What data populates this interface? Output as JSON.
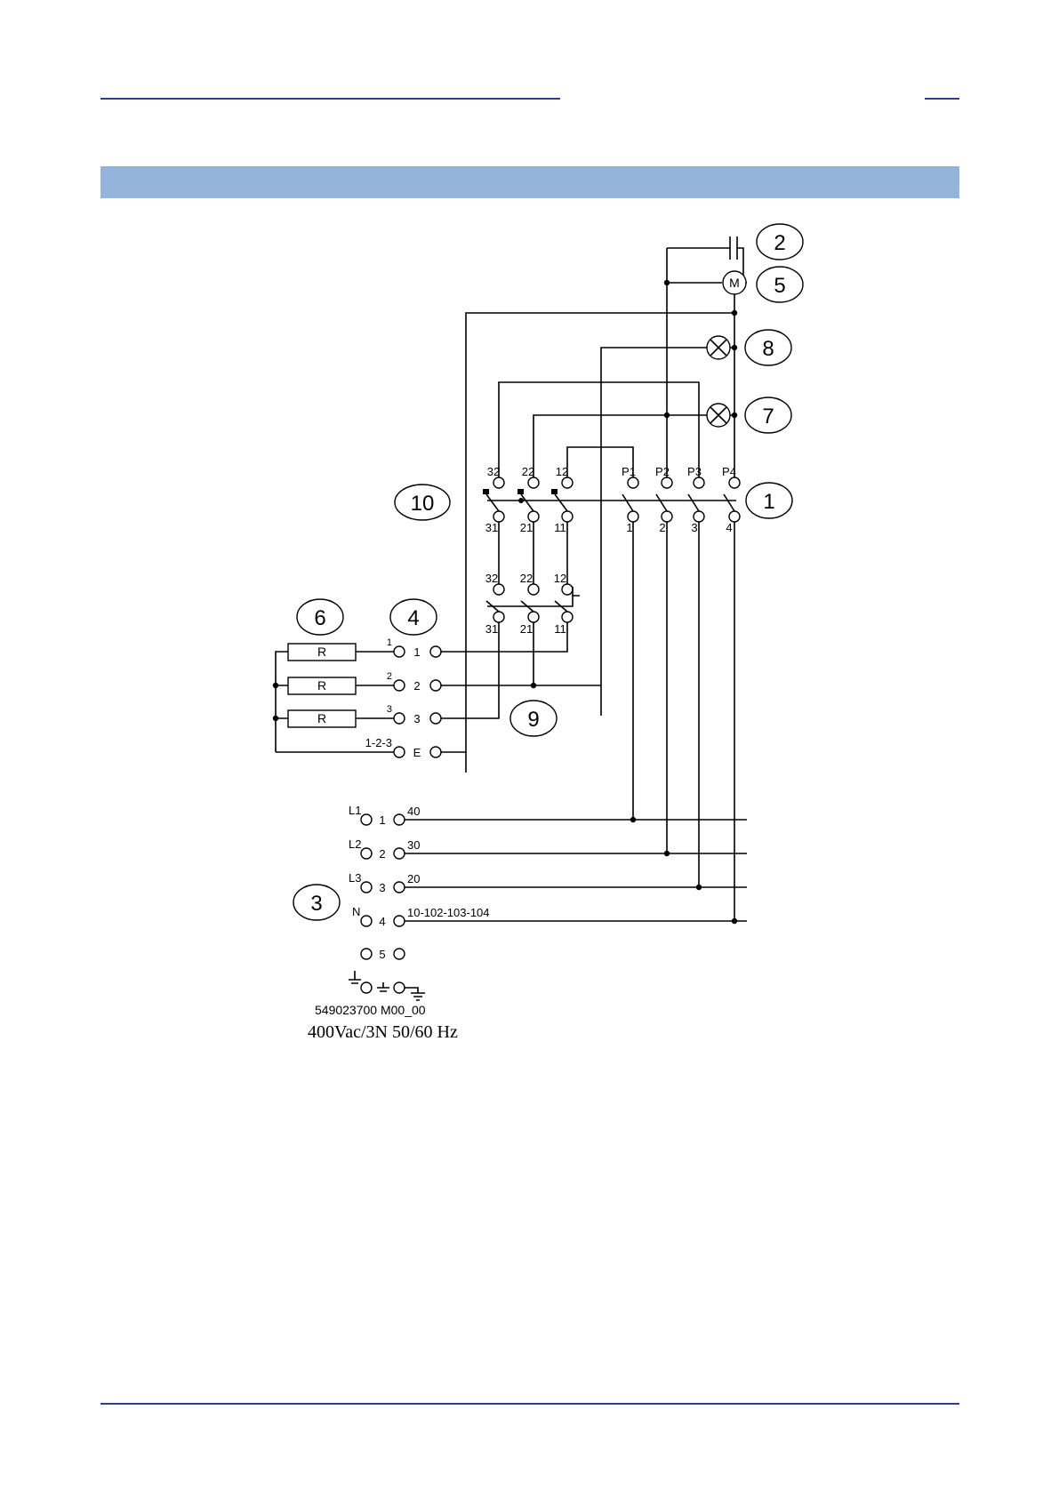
{
  "callouts": [
    "2",
    "5",
    "8",
    "7",
    "10",
    "1",
    "6",
    "4",
    "9",
    "3"
  ],
  "switch_block": {
    "contacts_top": [
      "32",
      "22",
      "12"
    ],
    "contacts_bottom": [
      "31",
      "21",
      "11"
    ],
    "main_top": [
      "P1",
      "P2",
      "P3",
      "P4"
    ],
    "main_bottom": [
      "1",
      "2",
      "3",
      "4"
    ]
  },
  "thermostat": {
    "top": [
      "32",
      "22",
      "12"
    ],
    "bottom": [
      "31",
      "21",
      "11"
    ]
  },
  "motor_symbol": "M",
  "resistor_symbol": "R",
  "resistor_terminals": {
    "wire_labels": [
      "1",
      "2",
      "3",
      "1-2-3"
    ],
    "terminal_labels": [
      "1",
      "2",
      "3",
      "E"
    ]
  },
  "supply_terminals": {
    "inputs": [
      "L1",
      "L2",
      "L3",
      "N"
    ],
    "numbers": [
      "1",
      "2",
      "3",
      "4",
      "5"
    ],
    "wires": [
      "40",
      "30",
      "20",
      "10-102-103-104"
    ]
  },
  "drawing_code": "549023700  M00_00",
  "supply_rating": "400Vac/3N 50/60 Hz"
}
